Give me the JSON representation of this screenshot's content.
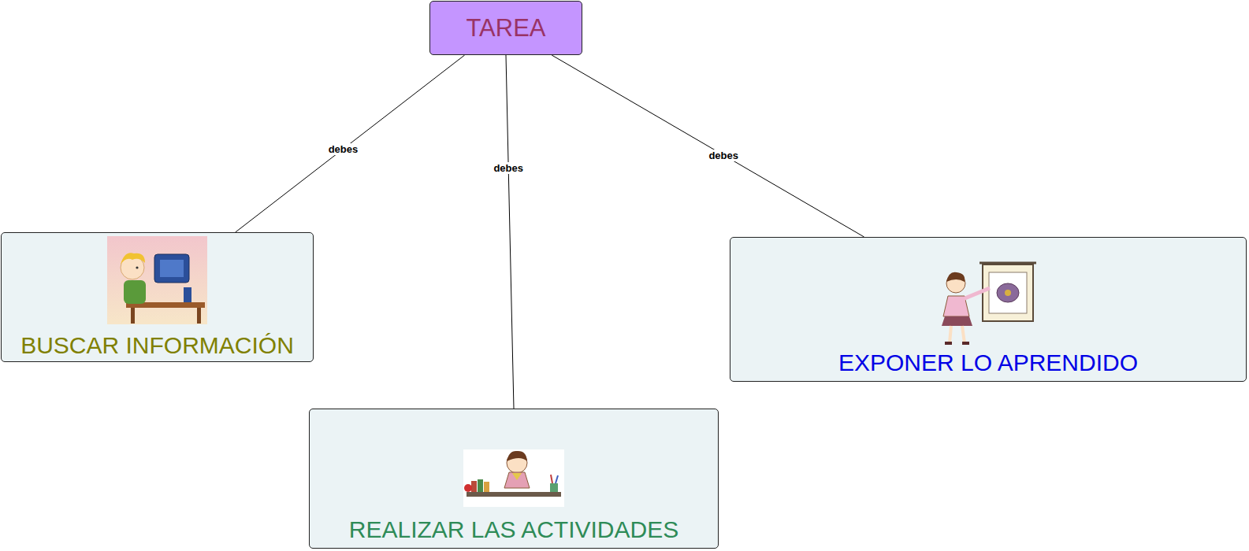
{
  "diagram": {
    "nodes": [
      {
        "text": [
          "TAREA"
        ]
      },
      {
        "text": [
          "BUSCAR INFORMACIÓN"
        ]
      },
      {
        "text": [
          "REALIZAR LAS ACTIVIDADES"
        ]
      },
      {
        "text": [
          "EXPONER LO APRENDIDO"
        ]
      }
    ],
    "edges": [
      {
        "from": 0,
        "to": 1,
        "label": "debes",
        "arrow": "none"
      },
      {
        "from": 0,
        "to": 2,
        "label": "debes",
        "arrow": "none"
      },
      {
        "from": 0,
        "to": 3,
        "label": "debes",
        "arrow": "none"
      }
    ]
  }
}
